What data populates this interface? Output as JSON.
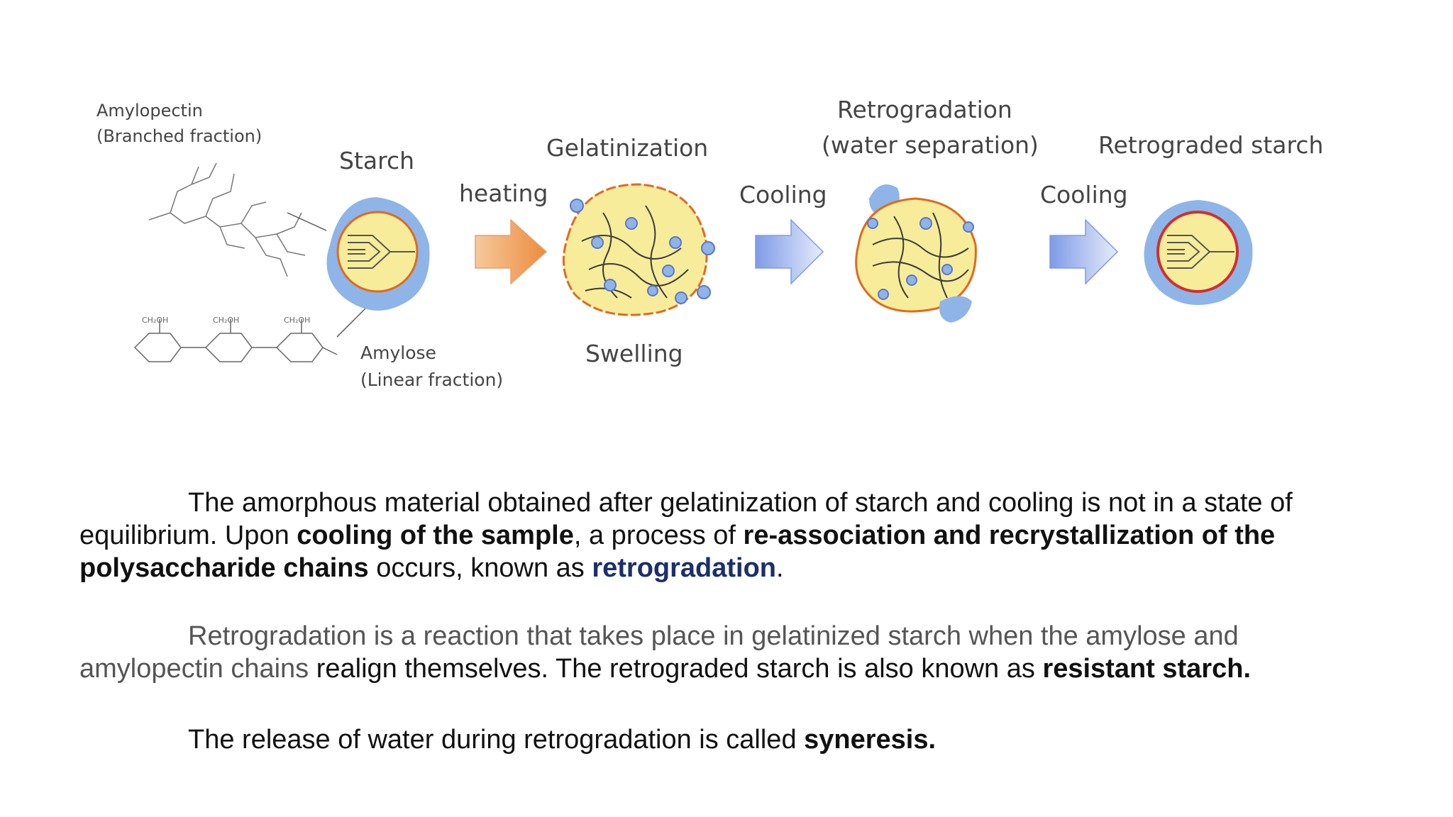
{
  "diagram": {
    "amylopectin_label_1": "Amylopectin",
    "amylopectin_label_2": "(Branched fraction)",
    "starch_label": "Starch",
    "heating_label": "heating",
    "gelatinization_label": "Gelatinization",
    "cooling_label_1": "Cooling",
    "retrogradation_label_1": "Retrogradation",
    "retrogradation_label_2": "(water separation)",
    "cooling_label_2": "Cooling",
    "retrograded_label": "Retrograded starch",
    "swelling_label": "Swelling",
    "amylose_label_1": "Amylose",
    "amylose_label_2": "(Linear fraction)"
  },
  "paragraph1": {
    "part1": "The amorphous material obtained after gelatinization of starch and cooling is not in a state of equilibrium. Upon ",
    "bold1": "cooling of the sample",
    "part2": ", a process of ",
    "bold2": "re-association and recrystallization of the polysaccharide chains",
    "part3": " occurs, known as ",
    "term": "retrogradation",
    "end": "."
  },
  "paragraph2": {
    "part1": "Retrogradation is a reaction that takes place in gelatinized starch when the amylose and amylopectin chains",
    "part2": " realign themselves. The retrograded starch is also known as ",
    "bold": "resistant starch."
  },
  "paragraph3": {
    "part1": "The release of water during retrogradation is called ",
    "bold": "syneresis."
  },
  "colors": {
    "term_blue": "#1b2f6b",
    "granule_yellow": "#f7ec9a",
    "granule_blue": "#8fb4e8",
    "arrow_orange": "#f0a35e",
    "arrow_blue": "#9db3ea"
  }
}
